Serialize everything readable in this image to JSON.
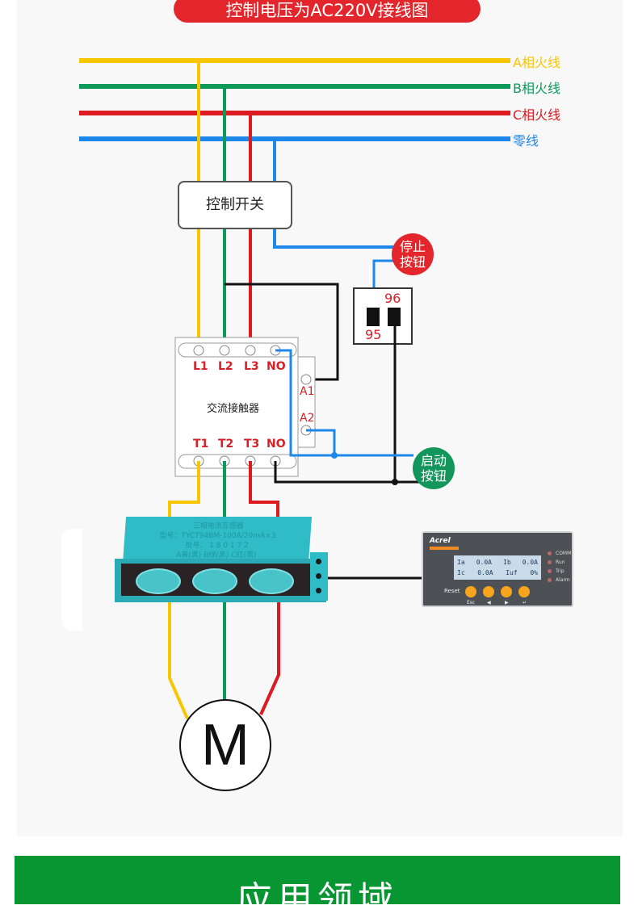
{
  "title": "控制电压为AC220V接线图",
  "colors": {
    "phase_a": "#f7c600",
    "phase_b": "#0b9a5a",
    "phase_c": "#dd1a1f",
    "neutral": "#1e87ea",
    "control_wire": "#111111",
    "title_bg": "#e3262b",
    "stop_button": "#e3262b",
    "start_button": "#13965b",
    "banner_bg": "#079632"
  },
  "legend": [
    {
      "label": "A相火线",
      "key": "phase_a"
    },
    {
      "label": "B相火线",
      "key": "phase_b"
    },
    {
      "label": "C相火线",
      "key": "phase_c"
    },
    {
      "label": "零线",
      "key": "neutral"
    }
  ],
  "control_switch": {
    "label": "控制开关"
  },
  "stop_button": {
    "line1": "停止",
    "line2": "按钮"
  },
  "start_button": {
    "line1": "启动",
    "line2": "按钮"
  },
  "thermal_relay": {
    "terminal_95": "95",
    "terminal_96": "96"
  },
  "contactor": {
    "label": "交流接触器",
    "top_terminals": [
      "L1",
      "L2",
      "L3",
      "NO"
    ],
    "bottom_terminals": [
      "T1",
      "T2",
      "T3",
      "NO"
    ],
    "coil_terminals": [
      "A1",
      "A2"
    ]
  },
  "current_transformer": {
    "line1": "三相电流互感器",
    "line2": "型号：TYCT94BM-100A/20mA×3",
    "line3": "批号： 1 8 0 1 7 2",
    "line4": "A黄(黑)  B绿(黑)  C红(黑)"
  },
  "motor_protector": {
    "brand": "Acrel",
    "lcd_rows": [
      [
        "Ia",
        "0.0A",
        "Ib",
        "0.0A"
      ],
      [
        "Ic",
        "0.0A",
        "Iuf",
        "0%"
      ]
    ],
    "leds": [
      "COMM",
      "Run",
      "Trip",
      "Alarm"
    ],
    "reset_label": "Reset",
    "esc_label": "Esc",
    "left_label": "◀",
    "right_label": "▶",
    "enter_label": "↵"
  },
  "motor": {
    "label": "M"
  },
  "banner": {
    "text": "应用领域"
  }
}
